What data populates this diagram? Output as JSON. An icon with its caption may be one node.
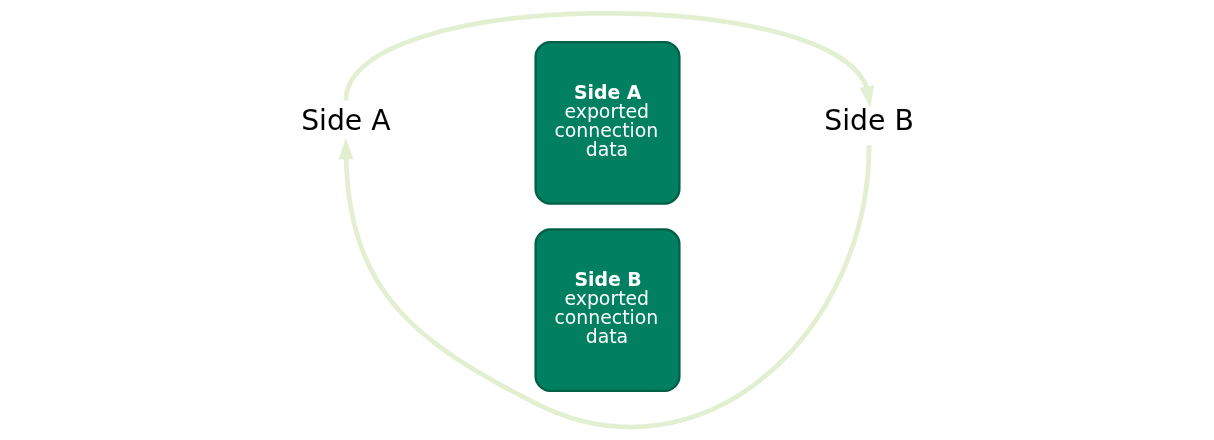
{
  "diagram": {
    "nodes": [
      {
        "text": [
          "Side A"
        ]
      },
      {
        "text": [
          "Side A",
          "exported connection data"
        ]
      },
      {
        "text": [
          "Side B",
          "exported connection data"
        ]
      },
      {
        "text": [
          "Side B"
        ]
      }
    ],
    "edges": [
      {
        "from": 0,
        "to": 3,
        "arrow": "to",
        "color": "#e2efd0"
      },
      {
        "from": 3,
        "to": 0,
        "arrow": "to",
        "color": "#e2efd0"
      }
    ]
  }
}
